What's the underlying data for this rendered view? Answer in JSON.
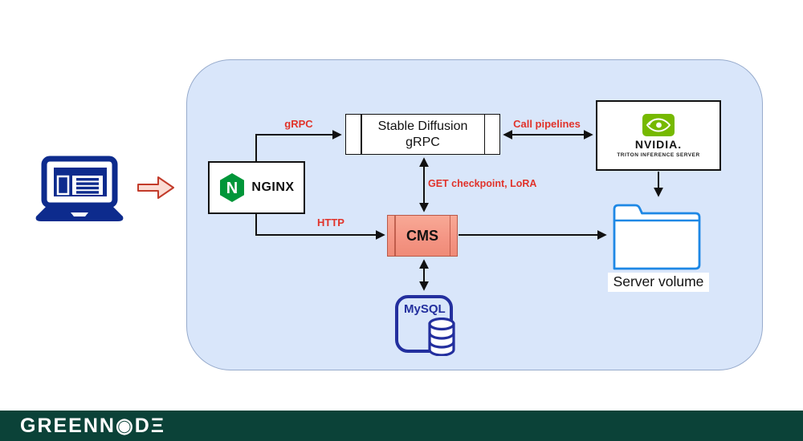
{
  "footer": {
    "logo_text": "GREENN◉DΞ"
  },
  "colors": {
    "container_fill": "#d9e6fa",
    "container_border": "#97abcc",
    "footer_green": "#0b4238",
    "arrow_black": "#111111",
    "edge_label_red": "#e1332a",
    "cms_fill": "#f49483",
    "cms_border": "#b95948",
    "mysql_blue": "#232f9e",
    "folder_blue": "#1e88e5",
    "nvidia_green": "#76b900",
    "nginx_green": "#009639",
    "laptop_navy": "#0d2b8d",
    "client_arrow_fill": "#fbdcd4",
    "client_arrow_border": "#c23b2a"
  },
  "nodes": {
    "nginx": {
      "label": "NGINX"
    },
    "sd_grpc": {
      "line1": "Stable Diffusion",
      "line2": "gRPC"
    },
    "nvidia": {
      "brand": "NVIDIA.",
      "subtitle": "TRITON INFERENCE SERVER"
    },
    "cms": {
      "label": "CMS"
    },
    "mysql": {
      "label": "MySQL"
    },
    "server_volume": {
      "label": "Server volume"
    }
  },
  "edges": {
    "nginx_sd": {
      "label": "gRPC"
    },
    "nginx_cms": {
      "label": "HTTP"
    },
    "sd_cms": {
      "label": "GET checkpoint, LoRA"
    },
    "sd_nvidia": {
      "label": "Call pipelines"
    }
  }
}
